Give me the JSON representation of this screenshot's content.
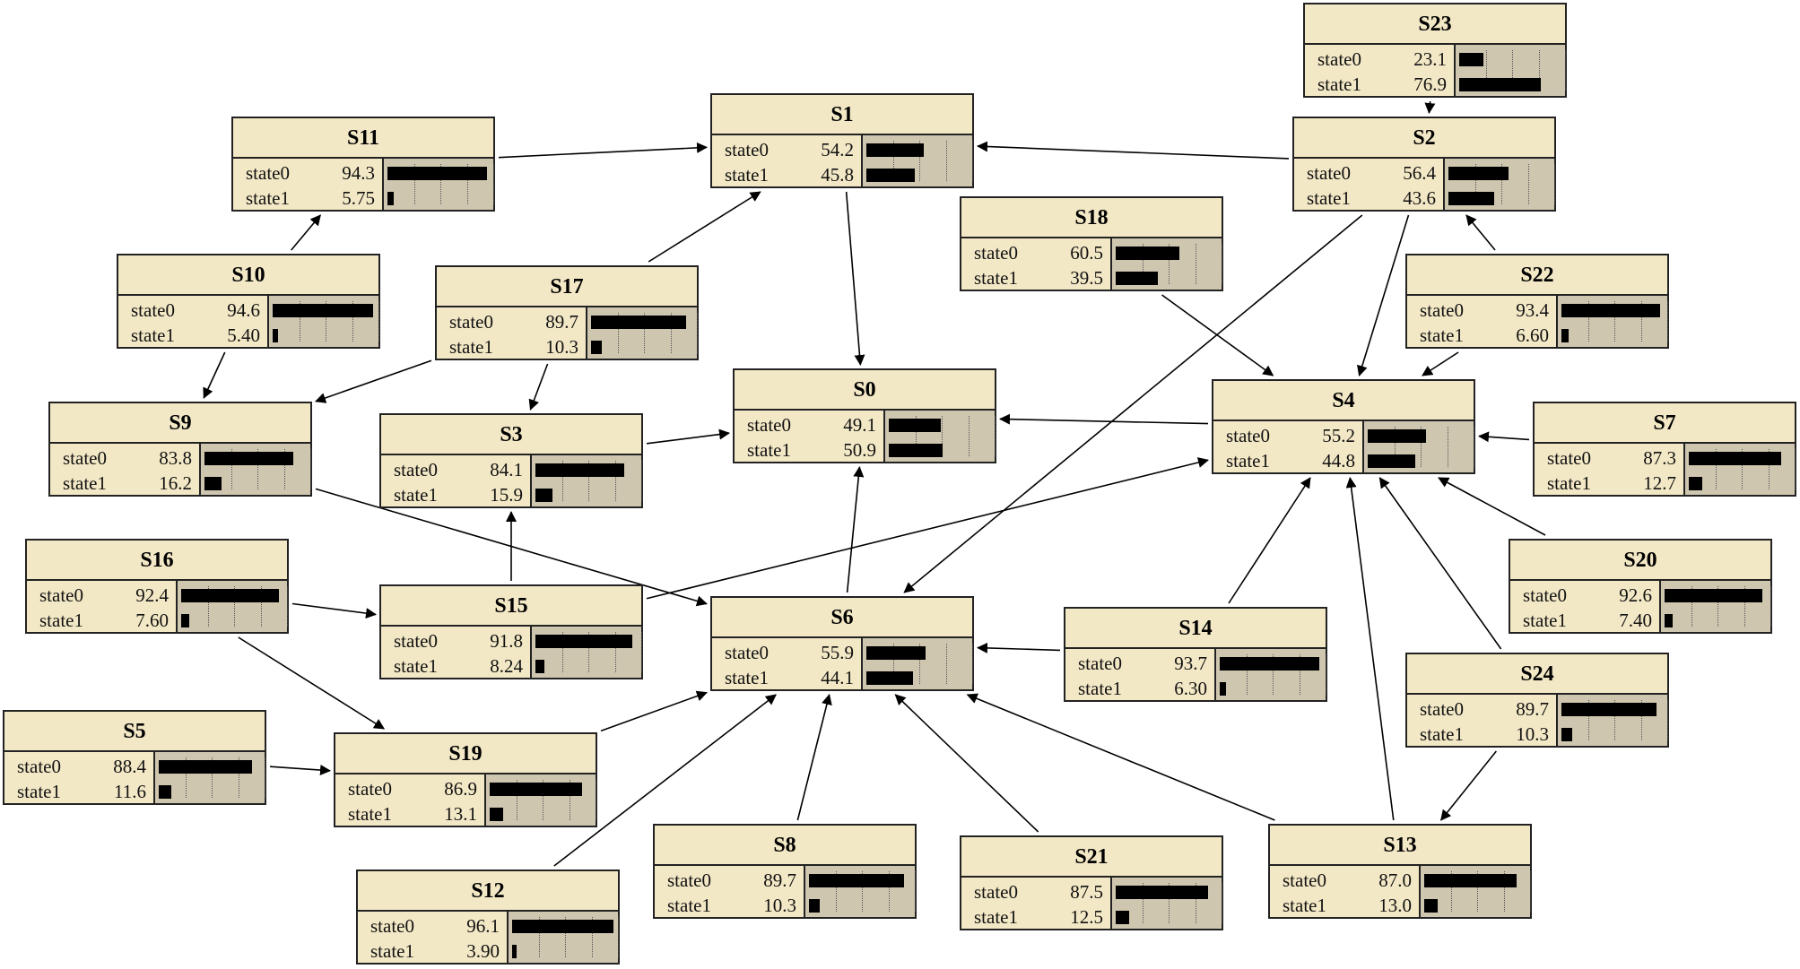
{
  "nodes": [
    {
      "id": "S23",
      "state0_label": "state0",
      "state0": "23.1",
      "state1_label": "state1",
      "state1": "76.9"
    },
    {
      "id": "S1",
      "state0_label": "state0",
      "state0": "54.2",
      "state1_label": "state1",
      "state1": "45.8"
    },
    {
      "id": "S11",
      "state0_label": "state0",
      "state0": "94.3",
      "state1_label": "state1",
      "state1": "5.75"
    },
    {
      "id": "S2",
      "state0_label": "state0",
      "state0": "56.4",
      "state1_label": "state1",
      "state1": "43.6"
    },
    {
      "id": "S18",
      "state0_label": "state0",
      "state0": "60.5",
      "state1_label": "state1",
      "state1": "39.5"
    },
    {
      "id": "S10",
      "state0_label": "state0",
      "state0": "94.6",
      "state1_label": "state1",
      "state1": "5.40"
    },
    {
      "id": "S17",
      "state0_label": "state0",
      "state0": "89.7",
      "state1_label": "state1",
      "state1": "10.3"
    },
    {
      "id": "S22",
      "state0_label": "state0",
      "state0": "93.4",
      "state1_label": "state1",
      "state1": "6.60"
    },
    {
      "id": "S0",
      "state0_label": "state0",
      "state0": "49.1",
      "state1_label": "state1",
      "state1": "50.9"
    },
    {
      "id": "S4",
      "state0_label": "state0",
      "state0": "55.2",
      "state1_label": "state1",
      "state1": "44.8"
    },
    {
      "id": "S9",
      "state0_label": "state0",
      "state0": "83.8",
      "state1_label": "state1",
      "state1": "16.2"
    },
    {
      "id": "S3",
      "state0_label": "state0",
      "state0": "84.1",
      "state1_label": "state1",
      "state1": "15.9"
    },
    {
      "id": "S7",
      "state0_label": "state0",
      "state0": "87.3",
      "state1_label": "state1",
      "state1": "12.7"
    },
    {
      "id": "S16",
      "state0_label": "state0",
      "state0": "92.4",
      "state1_label": "state1",
      "state1": "7.60"
    },
    {
      "id": "S20",
      "state0_label": "state0",
      "state0": "92.6",
      "state1_label": "state1",
      "state1": "7.40"
    },
    {
      "id": "S15",
      "state0_label": "state0",
      "state0": "91.8",
      "state1_label": "state1",
      "state1": "8.24"
    },
    {
      "id": "S6",
      "state0_label": "state0",
      "state0": "55.9",
      "state1_label": "state1",
      "state1": "44.1"
    },
    {
      "id": "S14",
      "state0_label": "state0",
      "state0": "93.7",
      "state1_label": "state1",
      "state1": "6.30"
    },
    {
      "id": "S24",
      "state0_label": "state0",
      "state0": "89.7",
      "state1_label": "state1",
      "state1": "10.3"
    },
    {
      "id": "S5",
      "state0_label": "state0",
      "state0": "88.4",
      "state1_label": "state1",
      "state1": "11.6"
    },
    {
      "id": "S19",
      "state0_label": "state0",
      "state0": "86.9",
      "state1_label": "state1",
      "state1": "13.1"
    },
    {
      "id": "S8",
      "state0_label": "state0",
      "state0": "89.7",
      "state1_label": "state1",
      "state1": "10.3"
    },
    {
      "id": "S21",
      "state0_label": "state0",
      "state0": "87.5",
      "state1_label": "state1",
      "state1": "12.5"
    },
    {
      "id": "S13",
      "state0_label": "state0",
      "state0": "87.0",
      "state1_label": "state1",
      "state1": "13.0"
    },
    {
      "id": "S12",
      "state0_label": "state0",
      "state0": "96.1",
      "state1_label": "state1",
      "state1": "3.90"
    }
  ],
  "edges": [
    [
      "S23",
      "S2"
    ],
    [
      "S11",
      "S1"
    ],
    [
      "S2",
      "S1"
    ],
    [
      "S17",
      "S1"
    ],
    [
      "S1",
      "S0"
    ],
    [
      "S10",
      "S11"
    ],
    [
      "S10",
      "S9"
    ],
    [
      "S17",
      "S3"
    ],
    [
      "S17",
      "S9"
    ],
    [
      "S18",
      "S4"
    ],
    [
      "S2",
      "S4"
    ],
    [
      "S2",
      "S6"
    ],
    [
      "S22",
      "S2"
    ],
    [
      "S22",
      "S4"
    ],
    [
      "S4",
      "S0"
    ],
    [
      "S3",
      "S0"
    ],
    [
      "S7",
      "S4"
    ],
    [
      "S9",
      "S6"
    ],
    [
      "S15",
      "S4"
    ],
    [
      "S15",
      "S3"
    ],
    [
      "S6",
      "S0"
    ],
    [
      "S16",
      "S15"
    ],
    [
      "S16",
      "S19"
    ],
    [
      "S14",
      "S4"
    ],
    [
      "S14",
      "S6"
    ],
    [
      "S20",
      "S4"
    ],
    [
      "S24",
      "S4"
    ],
    [
      "S24",
      "S13"
    ],
    [
      "S13",
      "S4"
    ],
    [
      "S5",
      "S19"
    ],
    [
      "S19",
      "S6"
    ],
    [
      "S12",
      "S6"
    ],
    [
      "S8",
      "S6"
    ],
    [
      "S21",
      "S6"
    ],
    [
      "S13",
      "S6"
    ]
  ]
}
